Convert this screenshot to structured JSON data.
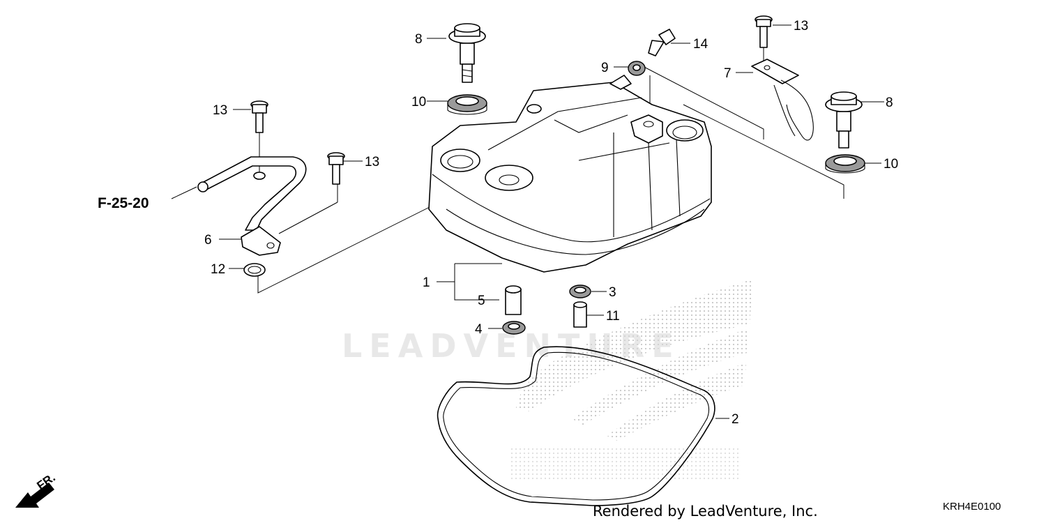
{
  "callouts": [
    {
      "id": "c1",
      "text": "1"
    },
    {
      "id": "c2",
      "text": "2"
    },
    {
      "id": "c3",
      "text": "3"
    },
    {
      "id": "c4",
      "text": "4"
    },
    {
      "id": "c5",
      "text": "5"
    },
    {
      "id": "c6",
      "text": "6"
    },
    {
      "id": "c7",
      "text": "7"
    },
    {
      "id": "c8a",
      "text": "8"
    },
    {
      "id": "c8b",
      "text": "8"
    },
    {
      "id": "c9",
      "text": "9"
    },
    {
      "id": "c10a",
      "text": "10"
    },
    {
      "id": "c10b",
      "text": "10"
    },
    {
      "id": "c11",
      "text": "11"
    },
    {
      "id": "c12",
      "text": "12"
    },
    {
      "id": "c13a",
      "text": "13"
    },
    {
      "id": "c13b",
      "text": "13"
    },
    {
      "id": "c13c",
      "text": "13"
    },
    {
      "id": "c14",
      "text": "14"
    }
  ],
  "reference": "F-25-20",
  "front_indicator": "FR.",
  "watermark": "LEADVENTURE",
  "credit": "Rendered by LeadVenture, Inc.",
  "diagram_code": "KRH4E0100"
}
